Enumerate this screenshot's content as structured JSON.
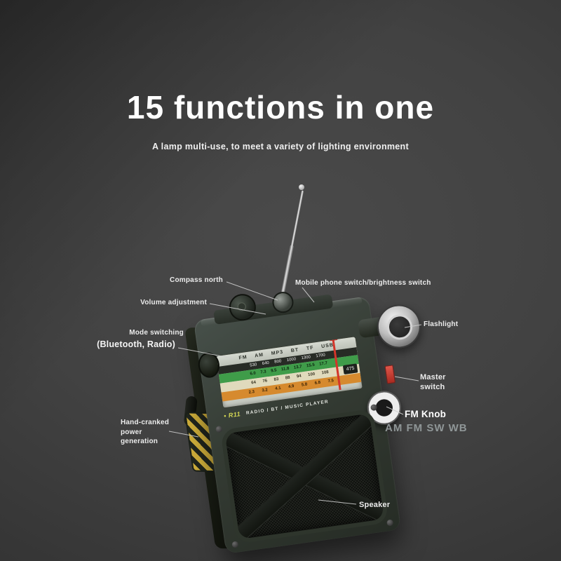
{
  "title": "15 functions in one",
  "subtitle": "A lamp multi-use, to meet a variety of lighting environment",
  "callouts": {
    "compass_north": "Compass north",
    "mobile_switch": "Mobile phone switch/brightness switch",
    "volume": "Volume adjustment",
    "flashlight": "Flashlight",
    "mode_switching": "Mode switching",
    "mode_sub": "(Bluetooth, Radio)",
    "master_line1": "Master",
    "master_line2": "switch",
    "fm_knob": "FM Knob",
    "fm_bands": "AM FM SW WB",
    "crank_line1": "Hand-cranked",
    "crank_line2": "power",
    "crank_line3": "generation",
    "speaker": "Speaker"
  },
  "radio": {
    "model": "• R11",
    "brand_line": "RADIO / BT / MUSIC PLAYER",
    "dial": {
      "bands": "FM AM MP3 BT TF USB",
      "mw_row": "530 640 800 1000 1300 1700",
      "sw_row": "6.0 7.3 9.5 11.8 13.7 15.5 17.7",
      "fm_row": "64 76 83 88 94 100 108",
      "sw2_row": "2.3 3.2 4.1 4.9 5.8 6.8 7.5",
      "readout": "475"
    }
  },
  "colors": {
    "background": "#424242",
    "body_green": "#343b33",
    "dial_green": "#3f9c49",
    "dial_orange": "#d68a2e",
    "pointer_red": "#d3352a",
    "crank_yellow": "#cfae3a"
  }
}
